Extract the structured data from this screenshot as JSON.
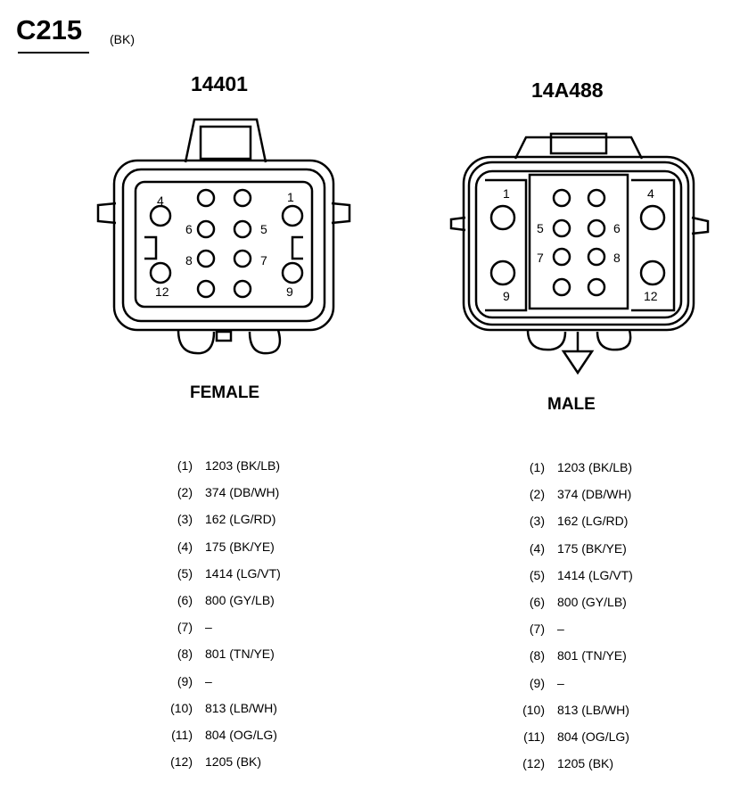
{
  "header": {
    "title": "C215",
    "color_code": "(BK)"
  },
  "connectors": [
    {
      "part_number": "14401",
      "gender": "FEMALE",
      "pin_labels": [
        "1",
        "4",
        "5",
        "6",
        "7",
        "8",
        "9",
        "12"
      ],
      "pinout": [
        {
          "pin": "(1)",
          "wire": "1203 (BK/LB)"
        },
        {
          "pin": "(2)",
          "wire": "374 (DB/WH)"
        },
        {
          "pin": "(3)",
          "wire": "162 (LG/RD)"
        },
        {
          "pin": "(4)",
          "wire": "175 (BK/YE)"
        },
        {
          "pin": "(5)",
          "wire": "1414 (LG/VT)"
        },
        {
          "pin": "(6)",
          "wire": "800 (GY/LB)"
        },
        {
          "pin": "(7)",
          "wire": "–"
        },
        {
          "pin": "(8)",
          "wire": "801 (TN/YE)"
        },
        {
          "pin": "(9)",
          "wire": "–"
        },
        {
          "pin": "(10)",
          "wire": "813 (LB/WH)"
        },
        {
          "pin": "(11)",
          "wire": "804 (OG/LG)"
        },
        {
          "pin": "(12)",
          "wire": "1205 (BK)"
        }
      ]
    },
    {
      "part_number": "14A488",
      "gender": "MALE",
      "pin_labels": [
        "1",
        "4",
        "5",
        "6",
        "7",
        "8",
        "9",
        "12"
      ],
      "pinout": [
        {
          "pin": "(1)",
          "wire": "1203 (BK/LB)"
        },
        {
          "pin": "(2)",
          "wire": "374 (DB/WH)"
        },
        {
          "pin": "(3)",
          "wire": "162 (LG/RD)"
        },
        {
          "pin": "(4)",
          "wire": "175 (BK/YE)"
        },
        {
          "pin": "(5)",
          "wire": "1414 (LG/VT)"
        },
        {
          "pin": "(6)",
          "wire": "800 (GY/LB)"
        },
        {
          "pin": "(7)",
          "wire": "–"
        },
        {
          "pin": "(8)",
          "wire": "801 (TN/YE)"
        },
        {
          "pin": "(9)",
          "wire": "–"
        },
        {
          "pin": "(10)",
          "wire": "813 (LB/WH)"
        },
        {
          "pin": "(11)",
          "wire": "804 (OG/LG)"
        },
        {
          "pin": "(12)",
          "wire": "1205 (BK)"
        }
      ]
    }
  ]
}
